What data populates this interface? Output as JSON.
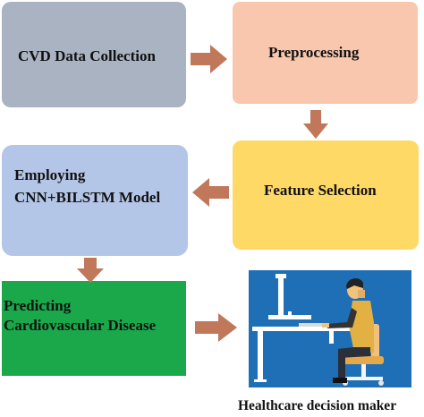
{
  "colors": {
    "box1": "#aab3c2",
    "box2": "#f8c7ad",
    "box3": "#ffd966",
    "box4": "#b4c6e7",
    "box5": "#1aa84a",
    "arrow": "#c0775a",
    "illustration_bg": "#1e6fb5"
  },
  "boxes": {
    "data_collection": "CVD Data Collection",
    "preprocessing": "Preprocessing",
    "feature_selection": "Feature Selection",
    "model_line1": "Employing",
    "model_line2": "CNN+BILSTM Model",
    "predict_line1": "Predicting",
    "predict_line2": "Cardiovascular Disease"
  },
  "illustration": {
    "icon": "person-at-computer-icon"
  },
  "caption": "Healthcare decision maker"
}
